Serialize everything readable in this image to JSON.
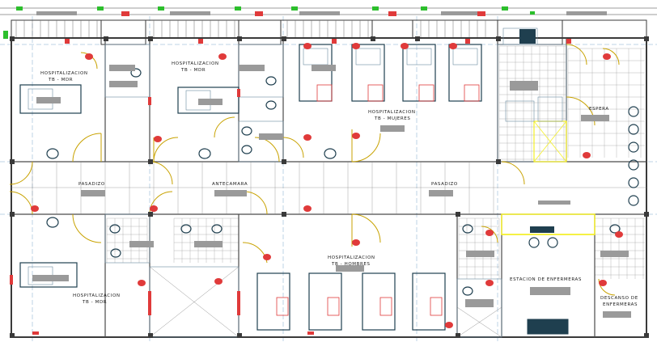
{
  "labels": {
    "hosp_tb_mdr_1": "HOSPITALIZACION",
    "hosp_tb_mdr_1_sub": "TB - MDR",
    "hosp_tb_mdr_2": "HOSPITALIZACION",
    "hosp_tb_mdr_2_sub": "TB - MDR",
    "hosp_mujeres": "HOSPITALIZACION",
    "hosp_mujeres_sub": "TB - MUJERES",
    "pasadizo_1": "PASADIZO",
    "antecamara": "ANTECAMARA",
    "pasadizo_2": "PASADIZO",
    "espera": "ESPERA",
    "hosp_hombres": "HOSPITALIZACION",
    "hosp_hombres_sub": "TB - HOMBRES",
    "estacion": "ESTACION DE ENFERMERAS",
    "hosp_tb_mdr_3": "HOSPITALIZACION",
    "hosp_tb_mdr_3_sub": "TB - MDR",
    "descanso": "DESCANSO DE",
    "descanso_sub": "ENFERMERAS"
  },
  "colors": {
    "wall": "#4a4a4a",
    "door": "#c8a200",
    "grid": "#7aa7c9",
    "fixture": "#2aa7b8",
    "marker_red": "#e03a3a",
    "marker_green": "#2cbf2c",
    "room_tag": "#9a9a9a",
    "highlight": "#f4ef2a"
  }
}
